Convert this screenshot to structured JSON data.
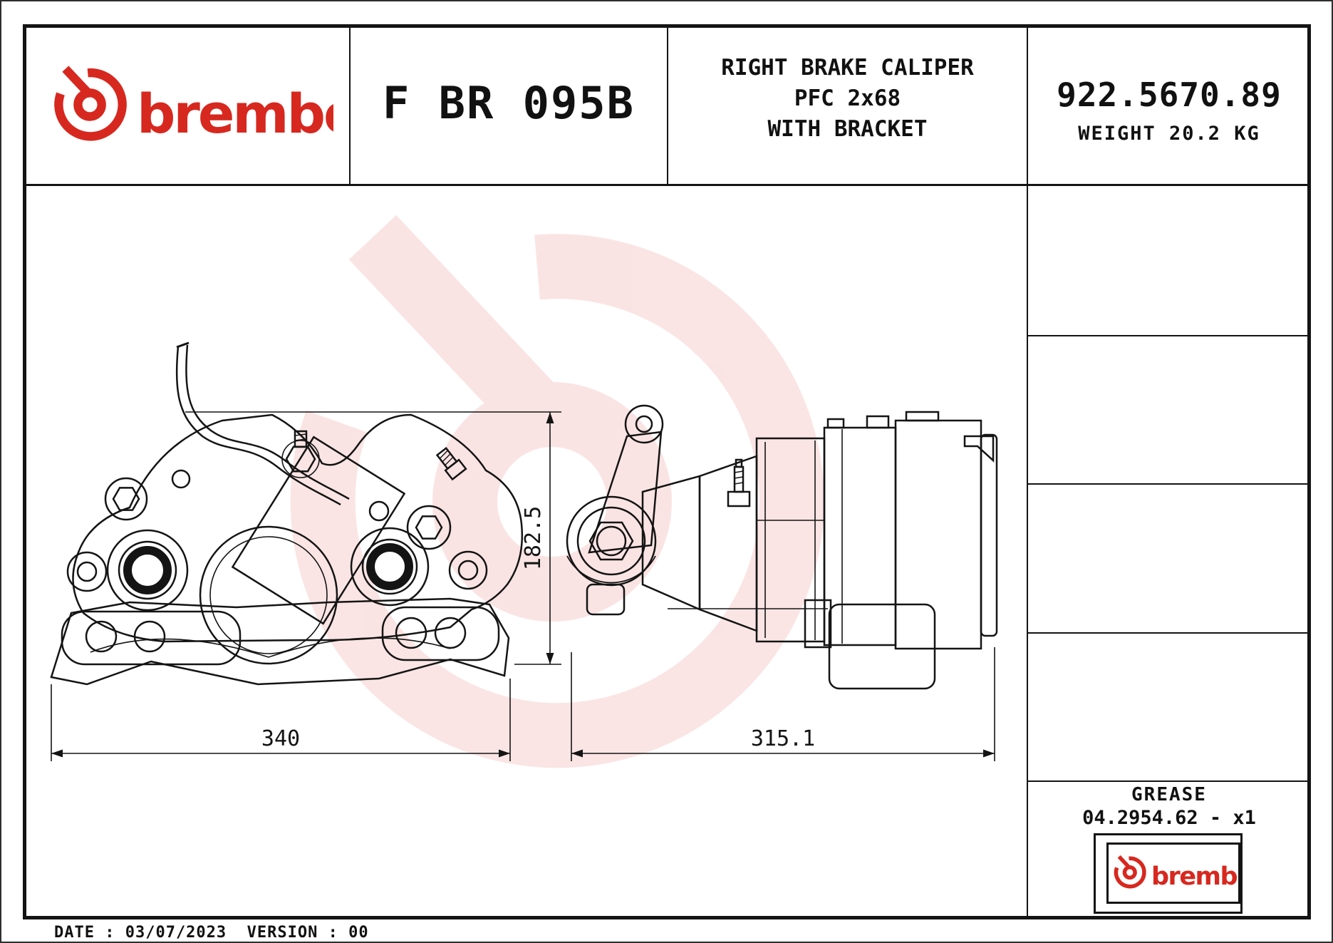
{
  "title_block": {
    "brand": "brembo",
    "part_code": "F BR 095B",
    "description_lines": [
      "RIGHT BRAKE CALIPER",
      "PFC 2x68",
      "WITH BRACKET"
    ],
    "part_number": "922.5670.89",
    "weight_label": "WEIGHT 20.2 KG"
  },
  "dimensions": {
    "front_view_width": "340",
    "side_view_width": "315.1",
    "overall_height": "182.5"
  },
  "grease_block": {
    "label": "GREASE",
    "part_line": "04.2954.62 - x1",
    "brand": "brembo"
  },
  "footer": {
    "date_version": "DATE : 03/07/2023  VERSION : 00"
  },
  "colors": {
    "brand_red": "#d7281f",
    "line_black": "#141414"
  }
}
